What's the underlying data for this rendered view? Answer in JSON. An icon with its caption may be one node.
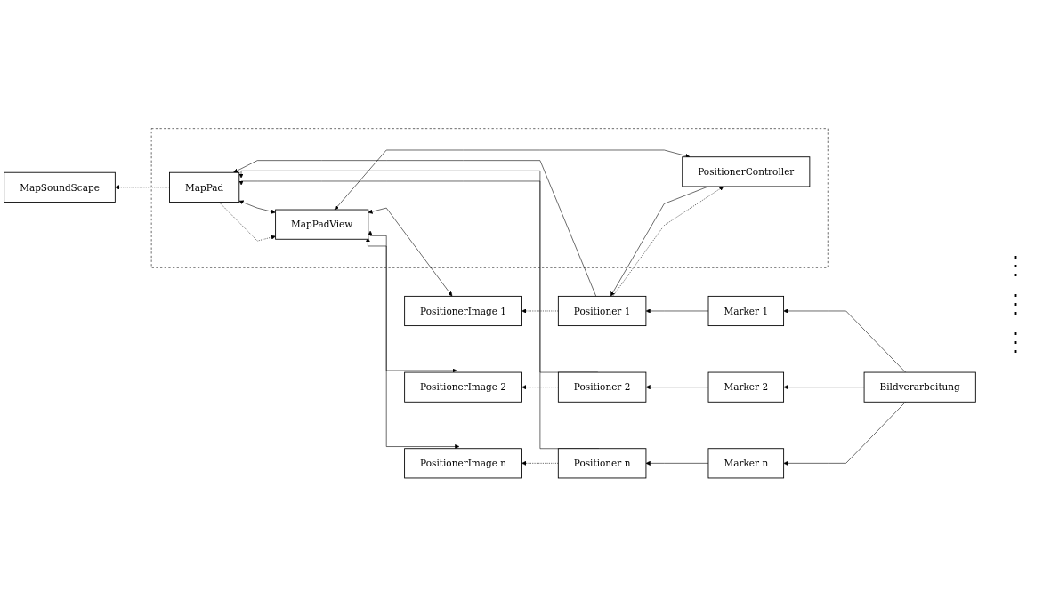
{
  "diagram": {
    "nodes": [
      {
        "text": [
          "MapSoundScape"
        ]
      },
      {
        "text": [],
        "shape": "box"
      },
      {
        "text": [
          "MapPadView"
        ],
        "in": 1
      },
      {
        "text": [
          "MapPad"
        ],
        "in": 1
      },
      {
        "text": [
          "PositionerController"
        ],
        "in": 1
      },
      {
        "text": [
          "PositionerImage 1"
        ]
      },
      {
        "text": [
          "PositionerImage 2"
        ]
      },
      {
        "text": [
          "PositionerImage n"
        ]
      },
      {
        "text": [
          "Positioner 1"
        ]
      },
      {
        "text": [
          "Positioner 2"
        ]
      },
      {
        "text": [
          "Positioner n"
        ]
      },
      {
        "text": [
          "Marker 1"
        ]
      },
      {
        "text": [
          "Marker 2"
        ]
      },
      {
        "text": [
          "Marker n"
        ]
      },
      {
        "text": [
          "Bildverarbeitung"
        ]
      }
    ],
    "edges": [
      {
        "from": 3,
        "to": 0,
        "arrow": "to",
        "style": "dashed"
      },
      {
        "from": 2,
        "to": 4,
        "arrow": "both"
      },
      {
        "from": 2,
        "to": 3,
        "arrow": "both"
      },
      {
        "from": 3,
        "to": 2,
        "arrow": "to",
        "style": "dashed"
      },
      {
        "from": 4,
        "to": 8,
        "arrow": "to"
      },
      {
        "from": 8,
        "to": 4,
        "arrow": "to",
        "style": "dashed"
      },
      {
        "from": 8,
        "to": 3,
        "arrow": "to"
      },
      {
        "from": 9,
        "to": 3,
        "arrow": "to"
      },
      {
        "from": 10,
        "to": 3,
        "arrow": "to"
      },
      {
        "from": 2,
        "to": 5,
        "arrow": "both"
      },
      {
        "from": 2,
        "to": 6,
        "arrow": "both"
      },
      {
        "from": 2,
        "to": 7,
        "arrow": "both"
      },
      {
        "from": 8,
        "to": 5,
        "arrow": "to",
        "style": "dashed"
      },
      {
        "from": 9,
        "to": 6,
        "arrow": "to",
        "style": "dashed"
      },
      {
        "from": 10,
        "to": 7,
        "arrow": "to",
        "style": "dashed"
      },
      {
        "from": 11,
        "to": 8,
        "arrow": "to"
      },
      {
        "from": 12,
        "to": 9,
        "arrow": "to"
      },
      {
        "from": 13,
        "to": 10,
        "arrow": "to"
      },
      {
        "from": 14,
        "to": 11,
        "arrow": "to"
      },
      {
        "from": 14,
        "to": 12,
        "arrow": "to"
      },
      {
        "from": 14,
        "to": 13,
        "arrow": "to"
      }
    ],
    "labels": [
      "⋮",
      "⋮",
      "⋮"
    ]
  }
}
